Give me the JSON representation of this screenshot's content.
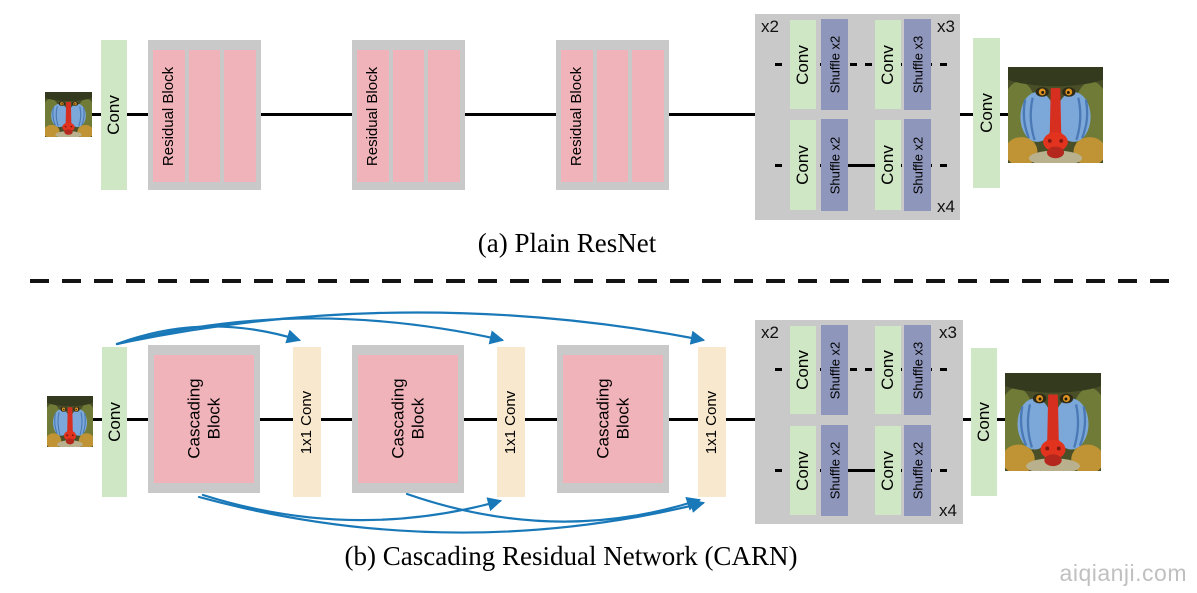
{
  "captions": {
    "a": "(a) Plain ResNet",
    "b": "(b) Cascading Residual Network (CARN)"
  },
  "watermark": "aiqianji.com",
  "labels": {
    "conv": "Conv",
    "residual_block": "Residual Block",
    "cascading_block": "Cascading Block",
    "conv_1x1": "1x1 Conv",
    "shuffle_x2": "Shuffle x2",
    "shuffle_x3": "Shuffle x3",
    "scale_x2": "x2",
    "scale_x3": "x3",
    "scale_x4": "x4"
  },
  "colors": {
    "conv_green": "#cfe7c4",
    "block_gray": "#c9c9c9",
    "block_pink": "#f0b3ba",
    "shuffle_blue": "#8e96bb",
    "conv1x1_tan": "#f8e8cd",
    "arrow_blue": "#1878b8",
    "line_black": "#000000",
    "caption_black": "#000000",
    "watermark_gray": "#c0c0c0"
  }
}
